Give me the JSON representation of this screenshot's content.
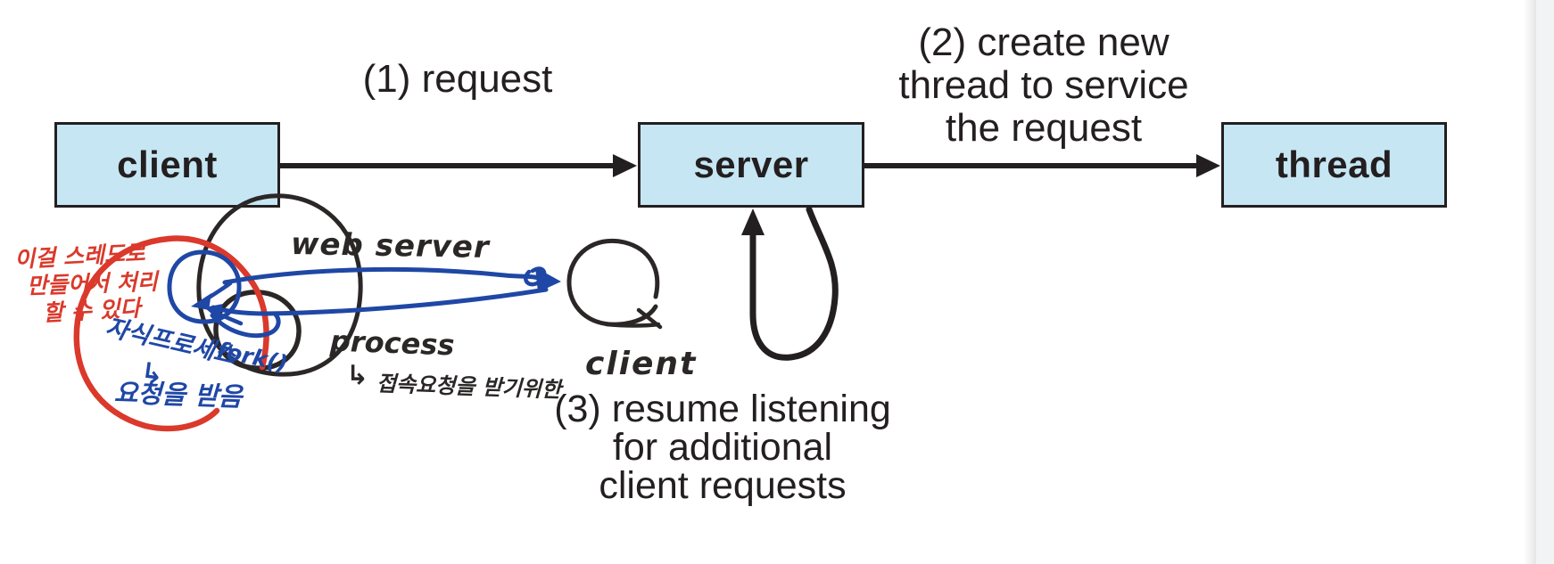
{
  "figure": {
    "nodes": [
      {
        "label": "client"
      },
      {
        "label": "server"
      },
      {
        "label": "thread"
      }
    ],
    "step_labels": {
      "step1": "(1) request",
      "step2_line1": "(2) create new",
      "step2_line2": "thread to service",
      "step2_line3": "the request",
      "step3_line1": "(3) resume listening",
      "step3_line2": "for additional",
      "step3_line3": "client requests"
    }
  },
  "annotations": {
    "red_note_line1": "이걸 스레드로",
    "red_note_line2": "만들어서 처리",
    "red_note_line3": "할 수 있다",
    "blue_child_process_label": "자식프로세스",
    "blue_fork_label": "fork()",
    "blue_arrow_glyph": "↳",
    "blue_receive_note": "요청을 받음",
    "black_web_server_label": "web server",
    "black_process_label": "process",
    "black_arrow_glyph": "↳",
    "black_process_note": "접속요청을 받기위한",
    "black_client_label": "client"
  },
  "colors": {
    "box_fill": "#c7e6f4",
    "print_black": "#231f20",
    "ink_black": "#2b2727",
    "ink_red": "#da392b",
    "ink_blue": "#1f47a5",
    "page_edge": "#f2f3f5"
  }
}
